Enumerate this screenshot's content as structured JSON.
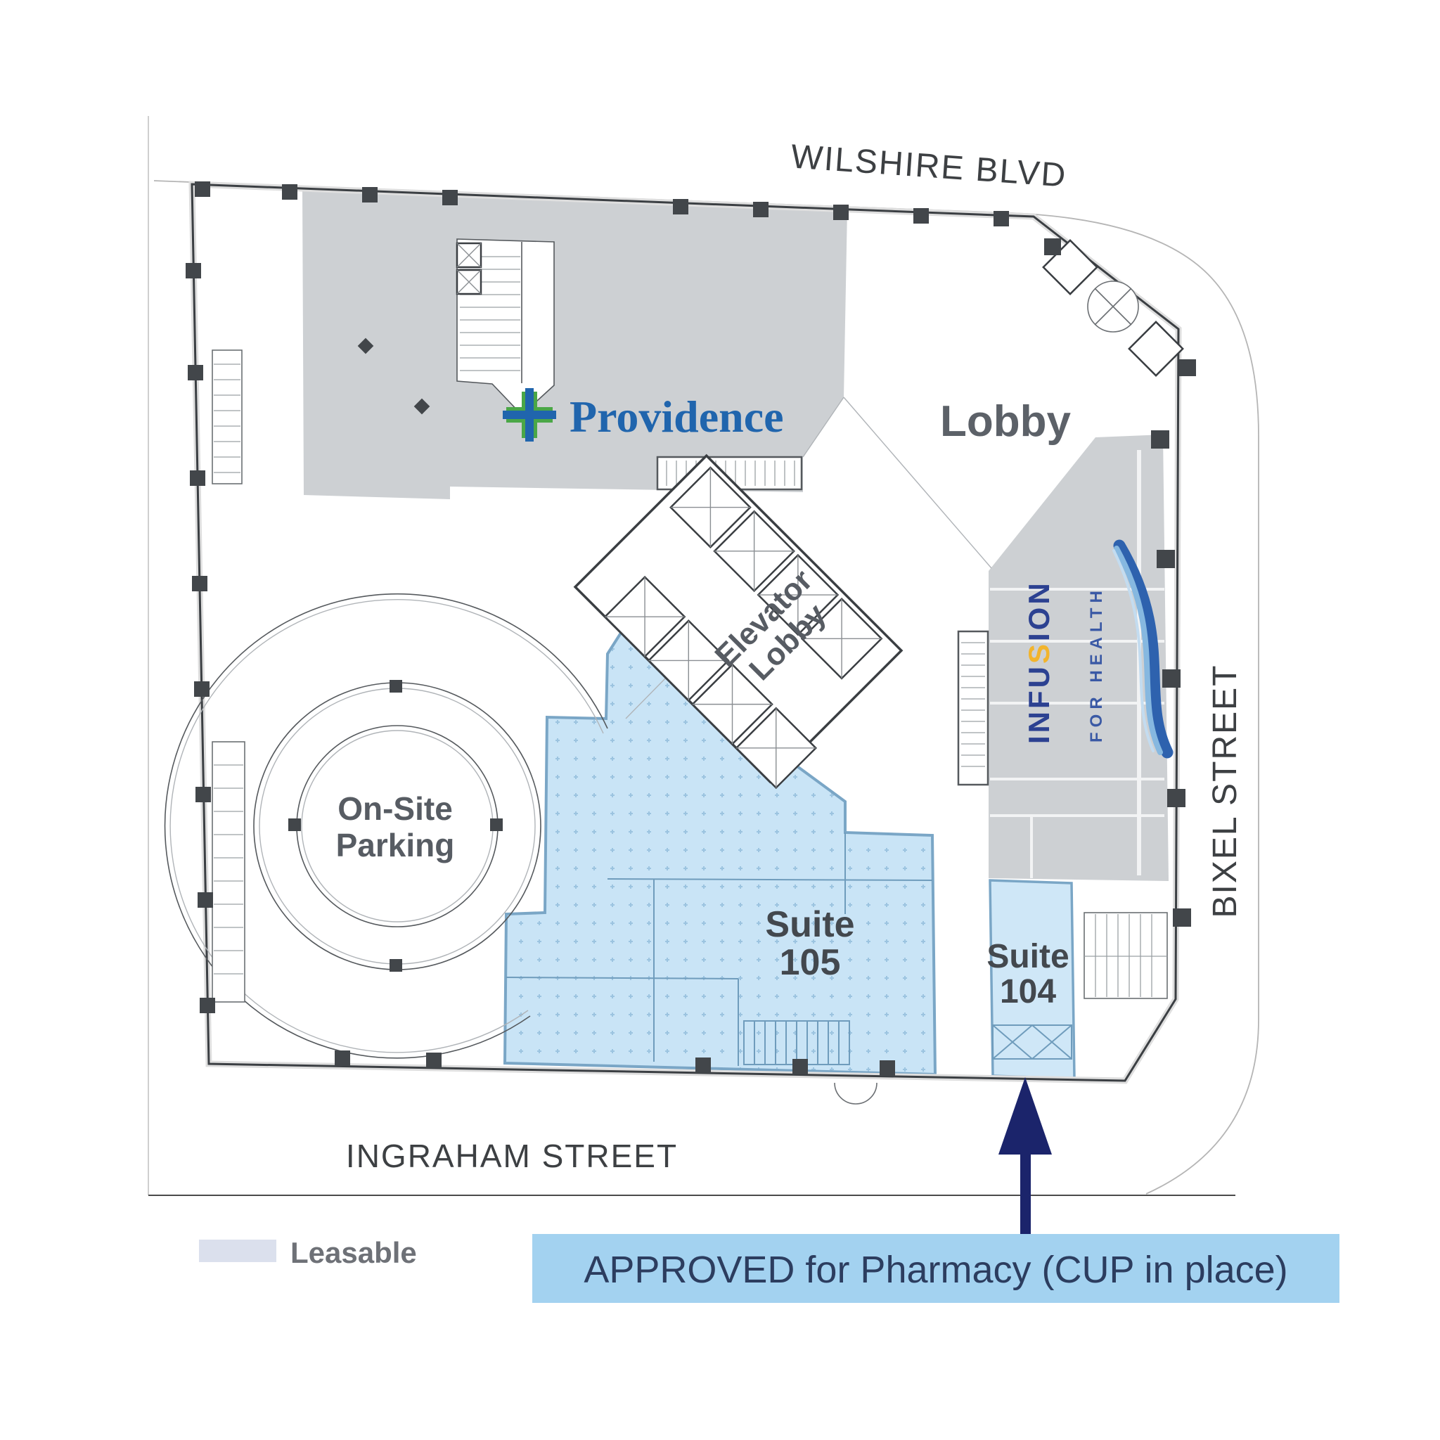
{
  "streets": {
    "wilshire": "WILSHIRE BLVD",
    "bixel": "BIXEL STREET",
    "ingraham": "INGRAHAM STREET"
  },
  "tenants": {
    "providence": {
      "name": "Providence"
    },
    "infusion": {
      "name_part1": "INFU",
      "name_accent": "S",
      "name_part2": "ION",
      "tagline": "FOR HEALTH"
    }
  },
  "rooms": {
    "lobby": "Lobby",
    "elevator_lobby_line1": "Elevator",
    "elevator_lobby_line2": "Lobby",
    "parking_line1": "On-Site",
    "parking_line2": "Parking",
    "suite105_line1": "Suite",
    "suite105_line2": "105",
    "suite104_line1": "Suite",
    "suite104_line2": "104"
  },
  "legend": {
    "label": "Leasable",
    "swatch_color": "#dbe0ed"
  },
  "callout": {
    "text": "APPROVED for Pharmacy (CUP in place)",
    "bg_color": "#a3d2f0",
    "text_color": "#2c3d5f",
    "arrow_color": "#1b246b"
  },
  "colors": {
    "leased_gray": "#cdd0d3",
    "leasable_blue": "#c9e4f6",
    "suite_border": "#7aa6c6",
    "wall": "#3b3f43",
    "providence_blue": "#2065ad",
    "providence_green": "#4aa747",
    "infusion_blue": "#2c4191",
    "infusion_gold": "#f2b42c",
    "street_text": "#3d4043",
    "room_text": "#575c63"
  }
}
